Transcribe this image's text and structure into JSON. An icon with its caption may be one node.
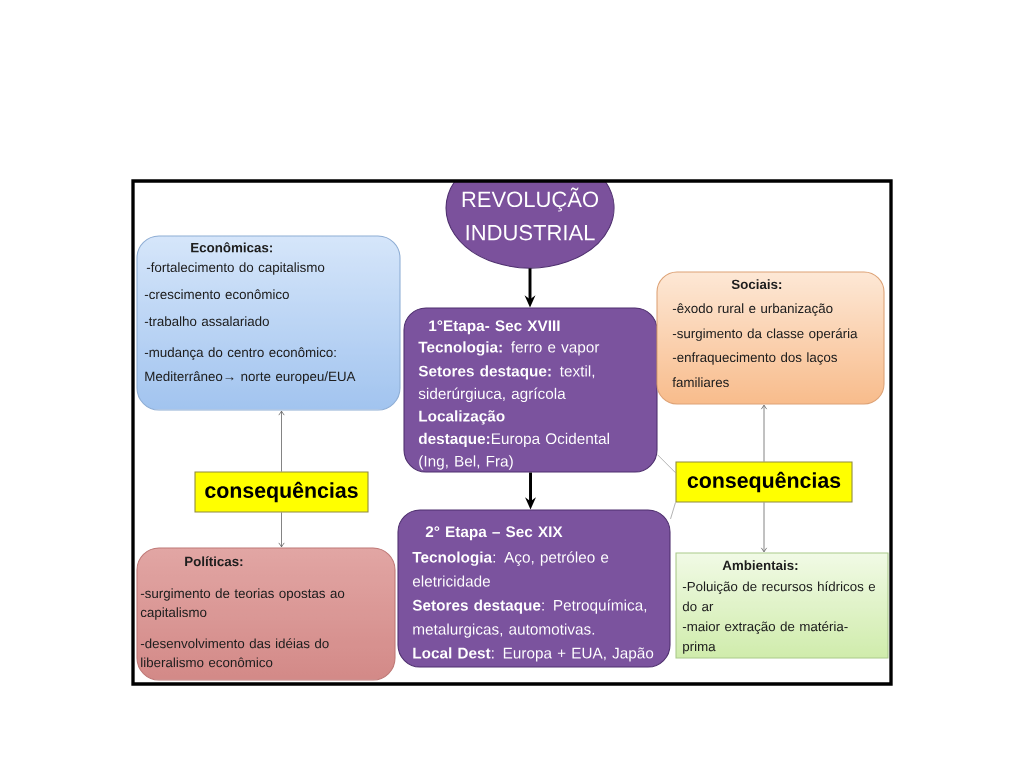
{
  "diagram": {
    "nodes": [
      {
        "text": [
          "REVOLUÇÃO INDUSTRIAL"
        ]
      },
      {
        "text": [
          "Econômicas:",
          "-fortalecimento do capitalismo",
          "-crescimento econômico",
          "-trabalho assalariado",
          "-mudança do centro econômico: Mediterrâneo→ norte europeu/EUA"
        ]
      },
      {
        "text": [
          "1°Etapa- Sec XVIII",
          "**Tecnologia:** ferro e vapor",
          "**Setores destaque:** textil, siderúrgiuca, agrícola",
          "**Localização destaque:**Europa Ocidental (Ing, Bel, Fra)"
        ]
      },
      {
        "text": [
          "Sociais:",
          "-êxodo rural e urbanização",
          "-surgimento da classe operária",
          "-enfraquecimento dos laços familiares"
        ]
      },
      {
        "text": [
          "consequências"
        ]
      },
      {
        "text": [
          "consequências"
        ]
      },
      {
        "text": [
          "2° Etapa – Sec XIX",
          "**Tecnologia**: Aço, petróleo e eletricidade",
          "**Setores destaque**: Petroquímica, metalurgicas, automotivas.",
          "**Local Dest**: Europa + EUA, Japão"
        ]
      },
      {
        "text": [
          "Políticas:",
          "-surgimento de teorias opostas ao capitalismo",
          "-desenvolvimento das idéias do liberalismo econômico"
        ]
      },
      {
        "text": [
          "Ambientais:",
          "-Poluição de recursos hídricos e do ar",
          "-maior extração de matéria-prima"
        ]
      }
    ],
    "edges": [
      {
        "from": 0,
        "to": 2,
        "arrow": "to",
        "style": "thick",
        "color": "#000000"
      },
      {
        "from": 2,
        "to": 6,
        "arrow": "to",
        "style": "thick",
        "color": "#000000"
      },
      {
        "from": 4,
        "to": 1,
        "arrow": "to"
      },
      {
        "from": 4,
        "to": 7,
        "arrow": "to"
      },
      {
        "from": 5,
        "to": 3,
        "arrow": "to"
      },
      {
        "from": 5,
        "to": 8,
        "arrow": "to"
      },
      {
        "from": 5,
        "to": 2,
        "arrow": "none",
        "color": "#8c8c8c"
      },
      {
        "from": 5,
        "to": 6,
        "arrow": "none",
        "color": "#8c8c8c"
      }
    ]
  }
}
